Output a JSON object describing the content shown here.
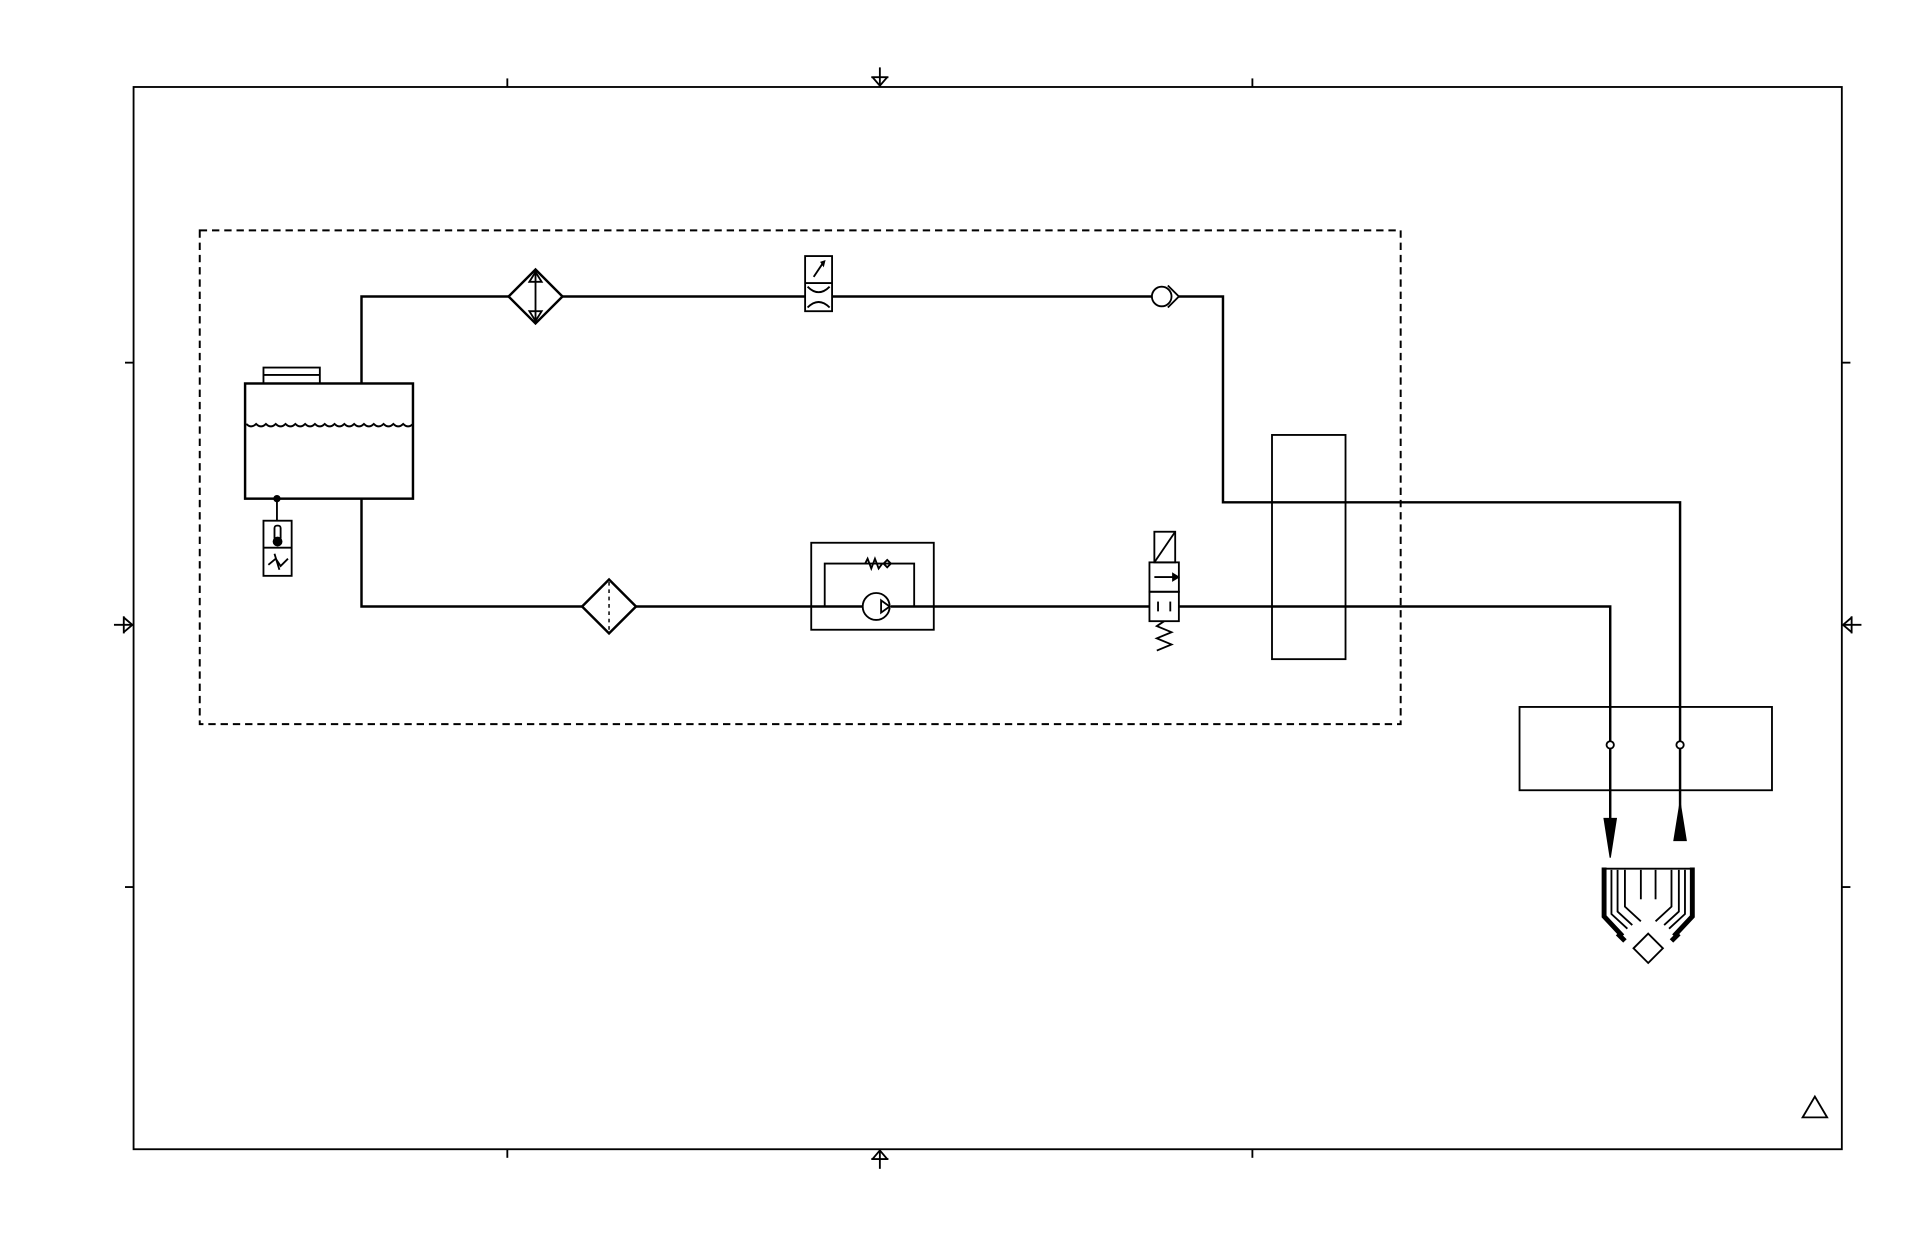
{
  "colors": {
    "background": "#ffffff",
    "line": "#000000"
  },
  "components": {
    "reservoir": "reservoir-tank",
    "temperature_switch": "temperature-switch-icon",
    "heat_exchanger": "heat-exchanger-icon",
    "flow_meter": "flow-meter-icon",
    "check_valve": "check-valve-icon",
    "filter": "filter-icon",
    "pump_unit": "pump-icon",
    "solenoid_valve": "solenoid-valve-icon",
    "connector_block": "connector-block",
    "distribution_block": "distribution-block",
    "nozzle": "nozzle-icon",
    "revision_marker": "revision-triangle-icon"
  }
}
